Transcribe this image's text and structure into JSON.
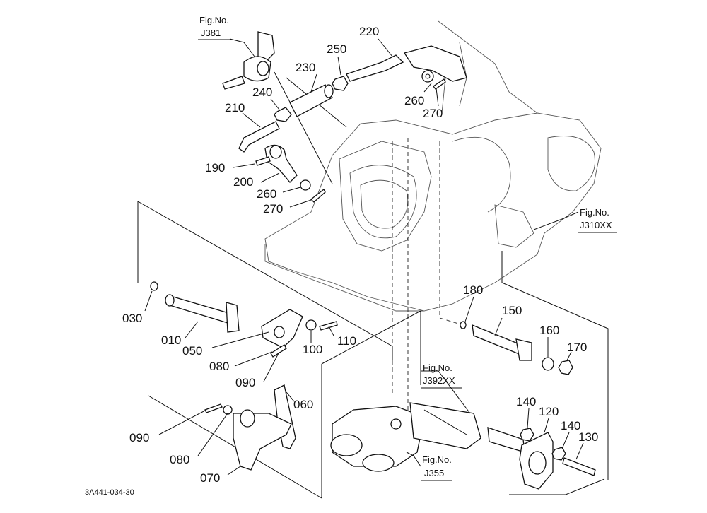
{
  "diagram": {
    "part_labels": [
      "220",
      "250",
      "230",
      "240",
      "210",
      "260",
      "270",
      "190",
      "200",
      "260",
      "270",
      "180",
      "150",
      "160",
      "170",
      "030",
      "010",
      "050",
      "080",
      "100",
      "110",
      "090",
      "060",
      "090",
      "080",
      "070",
      "140",
      "120",
      "140",
      "130"
    ],
    "figure_refs": [
      {
        "line1": "Fig.No.",
        "line2": "J381"
      },
      {
        "line1": "Fig.No.",
        "line2": "J310XX"
      },
      {
        "line1": "Fig.No.",
        "line2": "J392XX"
      },
      {
        "line1": "Fig.No.",
        "line2": "J355"
      }
    ],
    "drawing_code": "3A441-034-30"
  }
}
